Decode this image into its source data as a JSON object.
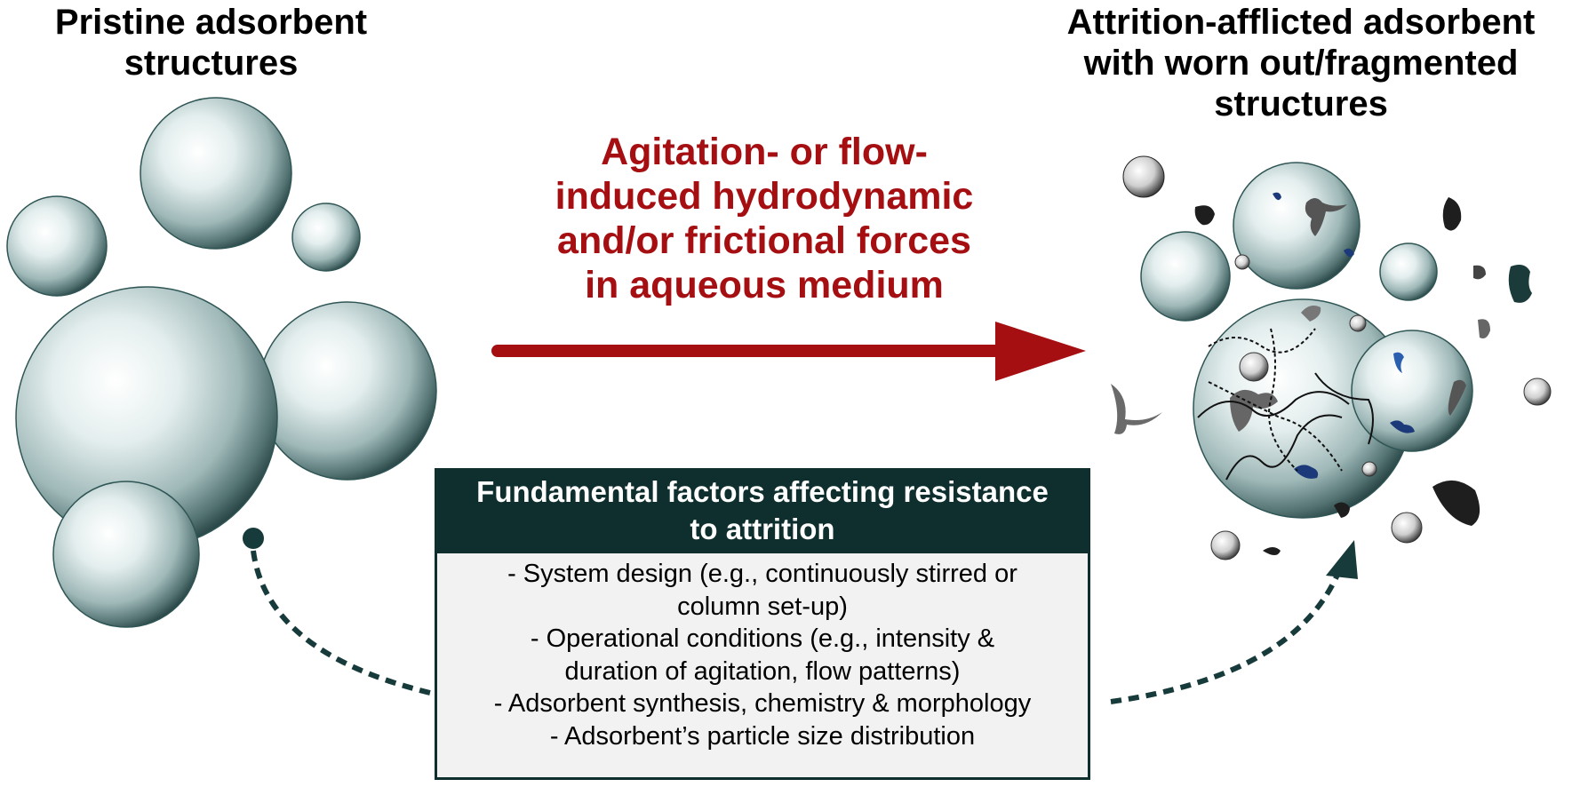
{
  "left_title": [
    "Pristine adsorbent",
    "structures"
  ],
  "right_title": [
    "Attrition-afflicted adsorbent",
    "with worn out/fragmented",
    "structures"
  ],
  "force_label": [
    "Agitation- or flow-",
    "induced hydrodynamic",
    "and/or frictional forces",
    "in aqueous medium"
  ],
  "factors": {
    "title": [
      "Fundamental factors affecting resistance",
      "to attrition"
    ],
    "items": [
      "- System design (e.g., continuously stirred or",
      "column set-up)",
      "- Operational conditions (e.g., intensity &",
      "duration of agitation, flow patterns)",
      "- Adsorbent synthesis, chemistry & morphology",
      "- Adsorbent’s particle size distribution"
    ]
  },
  "colors": {
    "force_text": "#a50f12",
    "arrow": "#a50f12",
    "box_header": "#0f2e2e",
    "box_body": "#f2f2f2",
    "dashed_arrows": "#173a3a",
    "sphere_edge": "#2f5555"
  }
}
